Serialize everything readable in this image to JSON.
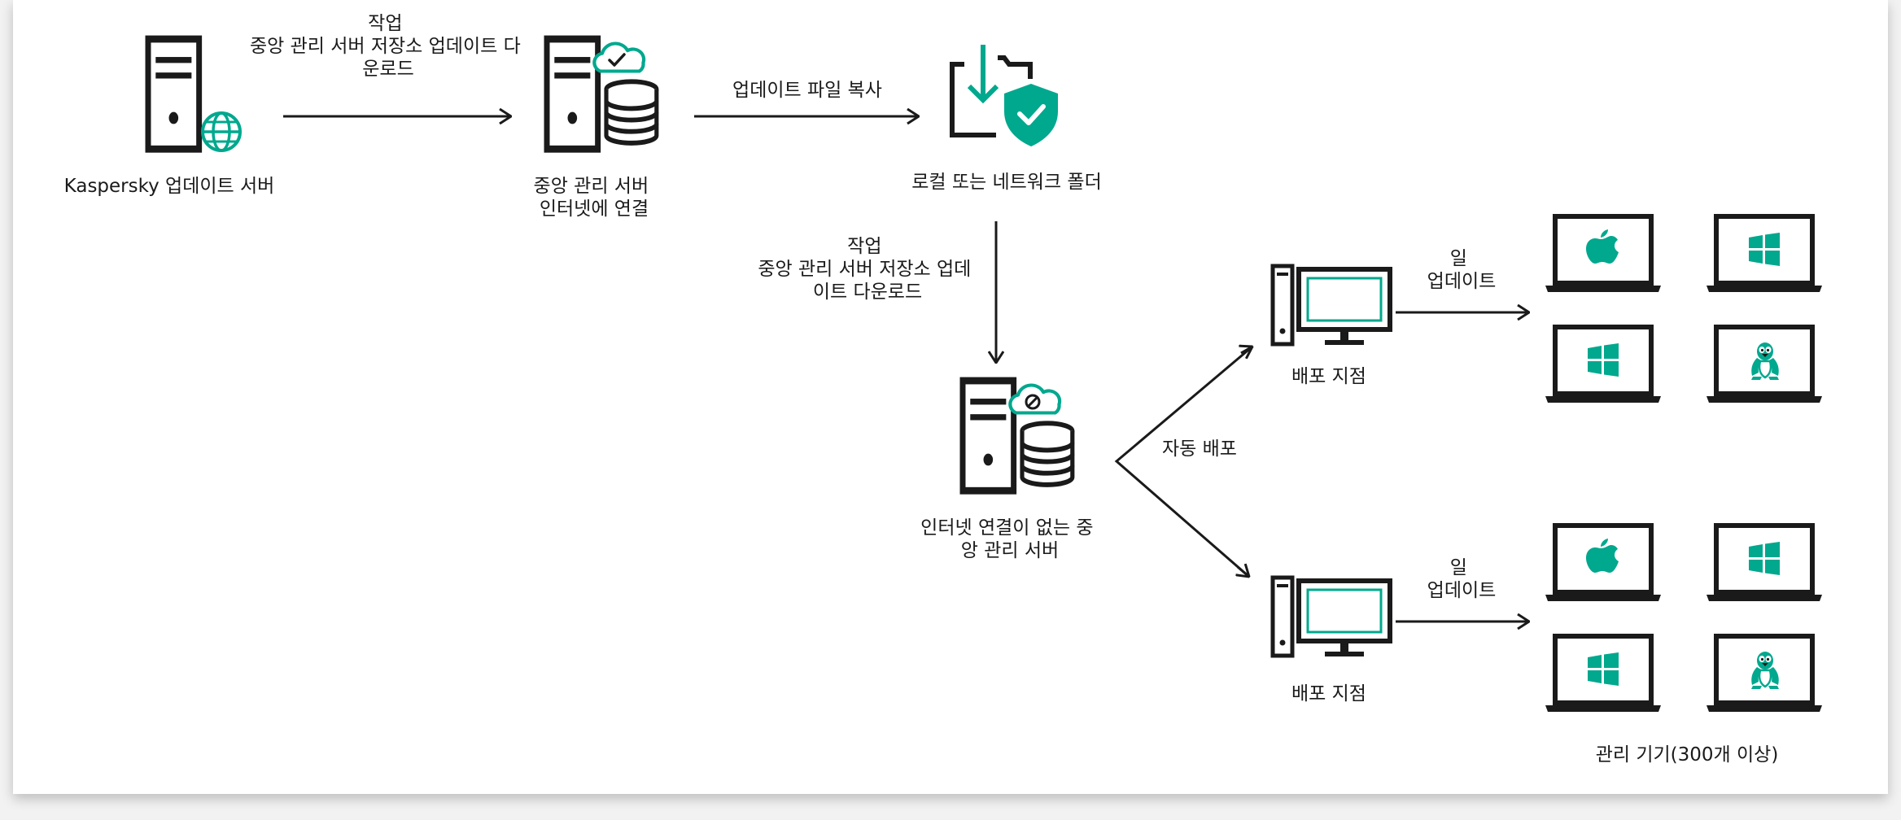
{
  "colors": {
    "ink": "#1a1a1a",
    "accent": "#00a88e",
    "background": "#ffffff"
  },
  "icons": {
    "kaspersky_server": "server-globe-icon",
    "admin_server": "server-database-cloud-check-icon",
    "folder": "folder-download-shield-icon",
    "offline_server": "server-database-cloud-blocked-icon",
    "distribution_point": "desktop-computer-icon",
    "device_mac": "laptop-apple-icon",
    "device_windows": "laptop-windows-icon",
    "device_linux": "laptop-linux-icon"
  },
  "nodes": {
    "kaspersky_server": "Kaspersky 업데이트 서버",
    "admin_server": [
      "중앙 관리 서버",
      "인터넷에 연결"
    ],
    "folder": "로컬 또는 네트워크 폴더",
    "offline_server": [
      "인터넷 연결이 없는 중",
      "앙 관리 서버"
    ],
    "distribution_points": [
      "배포 지점",
      "배포 지점"
    ],
    "managed_devices": "관리 기기(300개 이상)"
  },
  "edges": {
    "download_task": [
      "작업",
      "중앙 관리 서버 저장소 업데이트 다",
      "운로드"
    ],
    "copy_files": "업데이트 파일 복사",
    "download_task_offline": [
      "작업",
      "중앙 관리 서버 저장소 업데",
      "이트 다운로드"
    ],
    "auto_deploy": "자동 배포",
    "update_top": [
      "일",
      "업데이트"
    ],
    "update_bottom": [
      "일",
      "업데이트"
    ]
  }
}
